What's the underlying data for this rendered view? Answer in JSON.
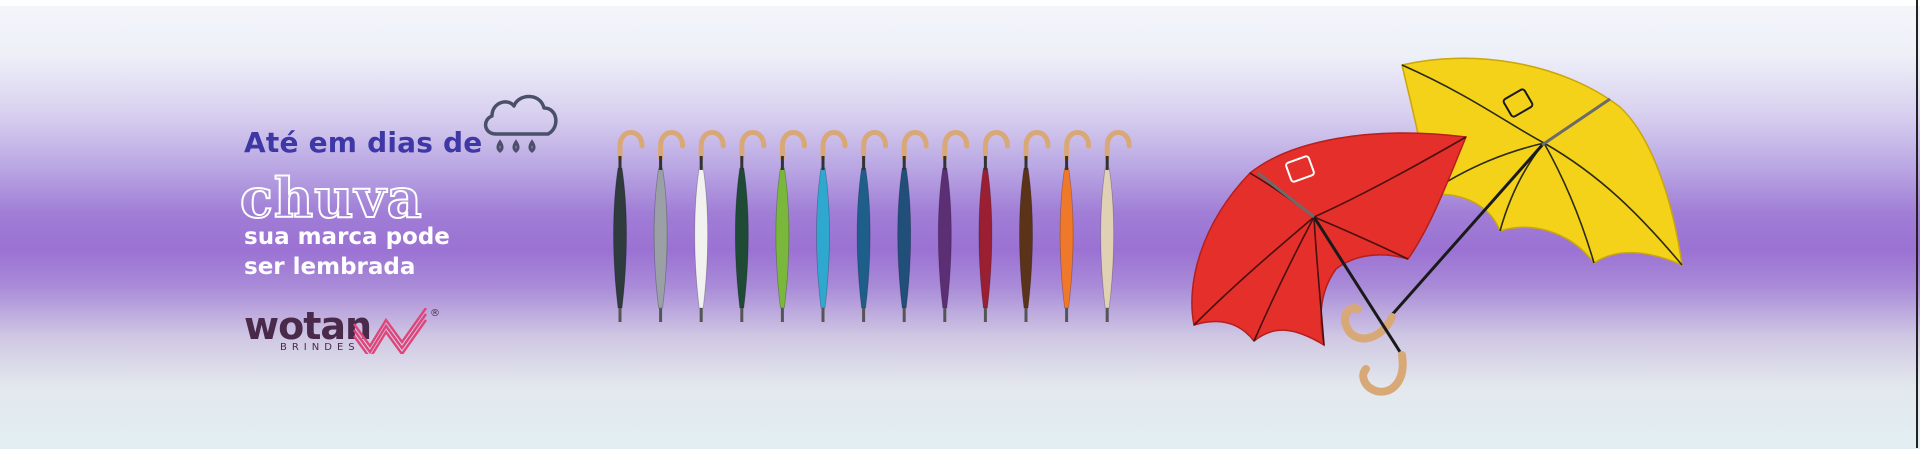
{
  "banner": {
    "headline_line1": "Até em dias de",
    "headline_highlight": "chuva",
    "subline_line1": "sua marca pode",
    "subline_line2": "ser lembrada"
  },
  "brand": {
    "name": "wotan",
    "tagline": "BRINDES",
    "registered": "®"
  },
  "colors": {
    "headline": "#3e38a6",
    "subline": "#ffffff",
    "brand": "#4a2a4a",
    "brand_accent": "#e0457a",
    "handle": "#d9a877",
    "cloud": "#4a4f6a"
  },
  "icons": {
    "weather": "rain-cloud-icon",
    "brand_mark": "wotan-swoosh-icon"
  },
  "products": {
    "closed_umbrella_colors": [
      "#2f3b3d",
      "#9aa0a5",
      "#f1f1ef",
      "#1f4a35",
      "#79b83c",
      "#2fa8cf",
      "#1e5e8a",
      "#224f7a",
      "#5c2f74",
      "#9a1f33",
      "#5a3318",
      "#f0782a",
      "#e0d1b4"
    ],
    "open_umbrella_colors": [
      "#e42f2b",
      "#f4d21a"
    ]
  }
}
